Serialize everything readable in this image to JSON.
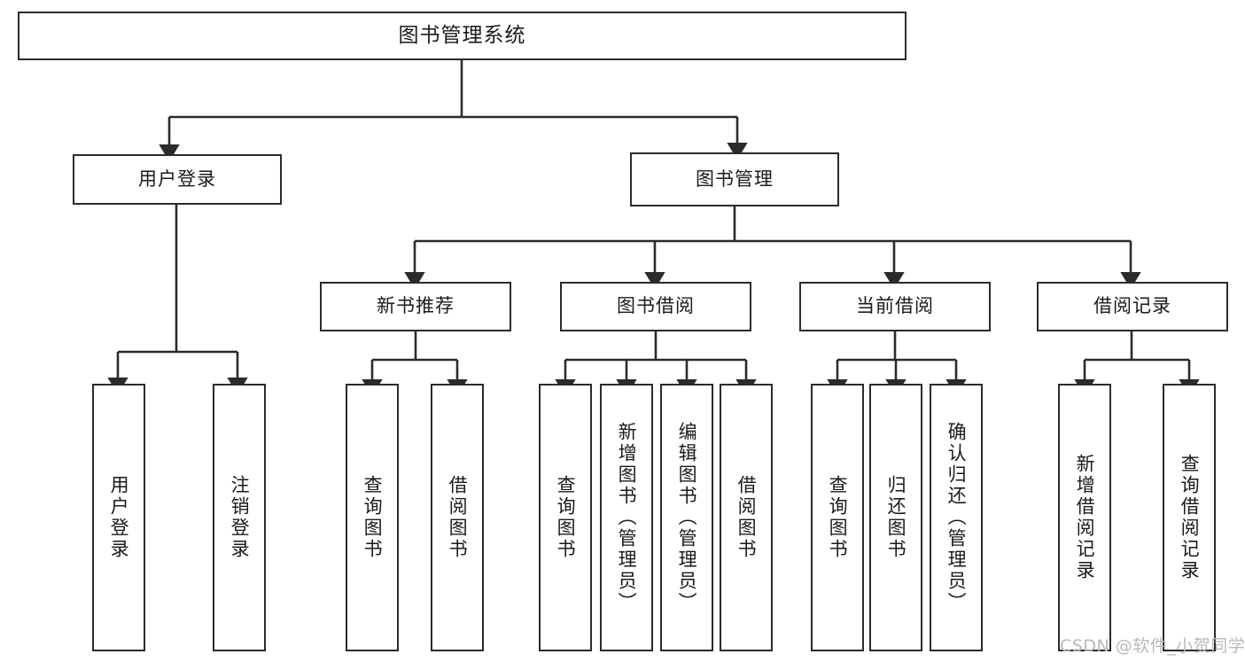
{
  "diagram": {
    "title": "图书管理系统",
    "type": "tree-hierarchy",
    "watermark": "CSDN @软件_小贺同学",
    "colors": {
      "box_border": "#2b2b2b",
      "box_fill": "#ffffff",
      "edge": "#2b2b2b",
      "text": "#1a1a1a",
      "watermark": "#b9b9b9",
      "background": "#ffffff"
    }
  },
  "nodes": {
    "root": {
      "label": "图书管理系统",
      "level": 0
    },
    "level1": [
      {
        "id": "user-login",
        "label": "用户登录"
      },
      {
        "id": "book-manage",
        "label": "图书管理"
      }
    ],
    "level2": [
      {
        "id": "new-book-recommend",
        "label": "新书推荐",
        "parent": "book-manage"
      },
      {
        "id": "book-borrow",
        "label": "图书借阅",
        "parent": "book-manage"
      },
      {
        "id": "current-borrow",
        "label": "当前借阅",
        "parent": "book-manage"
      },
      {
        "id": "borrow-record",
        "label": "借阅记录",
        "parent": "book-manage"
      }
    ],
    "leaves": {
      "user-login": [
        {
          "id": "leaf-user-login",
          "label": "用户登录"
        },
        {
          "id": "leaf-user-logout",
          "label": "注销登录"
        }
      ],
      "new-book-recommend": [
        {
          "id": "leaf-query-book-1",
          "label": "查询图书"
        },
        {
          "id": "leaf-borrow-book-1",
          "label": "借阅图书"
        }
      ],
      "book-borrow": [
        {
          "id": "leaf-query-book-2",
          "label": "查询图书"
        },
        {
          "id": "leaf-add-book-admin",
          "label": "新增图书（管理员）"
        },
        {
          "id": "leaf-edit-book-admin",
          "label": "编辑图书（管理员）"
        },
        {
          "id": "leaf-borrow-book-2",
          "label": "借阅图书"
        }
      ],
      "current-borrow": [
        {
          "id": "leaf-query-book-3",
          "label": "查询图书"
        },
        {
          "id": "leaf-return-book",
          "label": "归还图书"
        },
        {
          "id": "leaf-confirm-return-admin",
          "label": "确认归还（管理员）"
        }
      ],
      "borrow-record": [
        {
          "id": "leaf-add-borrow-record",
          "label": "新增借阅记录"
        },
        {
          "id": "leaf-query-borrow-record",
          "label": "查询借阅记录"
        }
      ]
    }
  }
}
